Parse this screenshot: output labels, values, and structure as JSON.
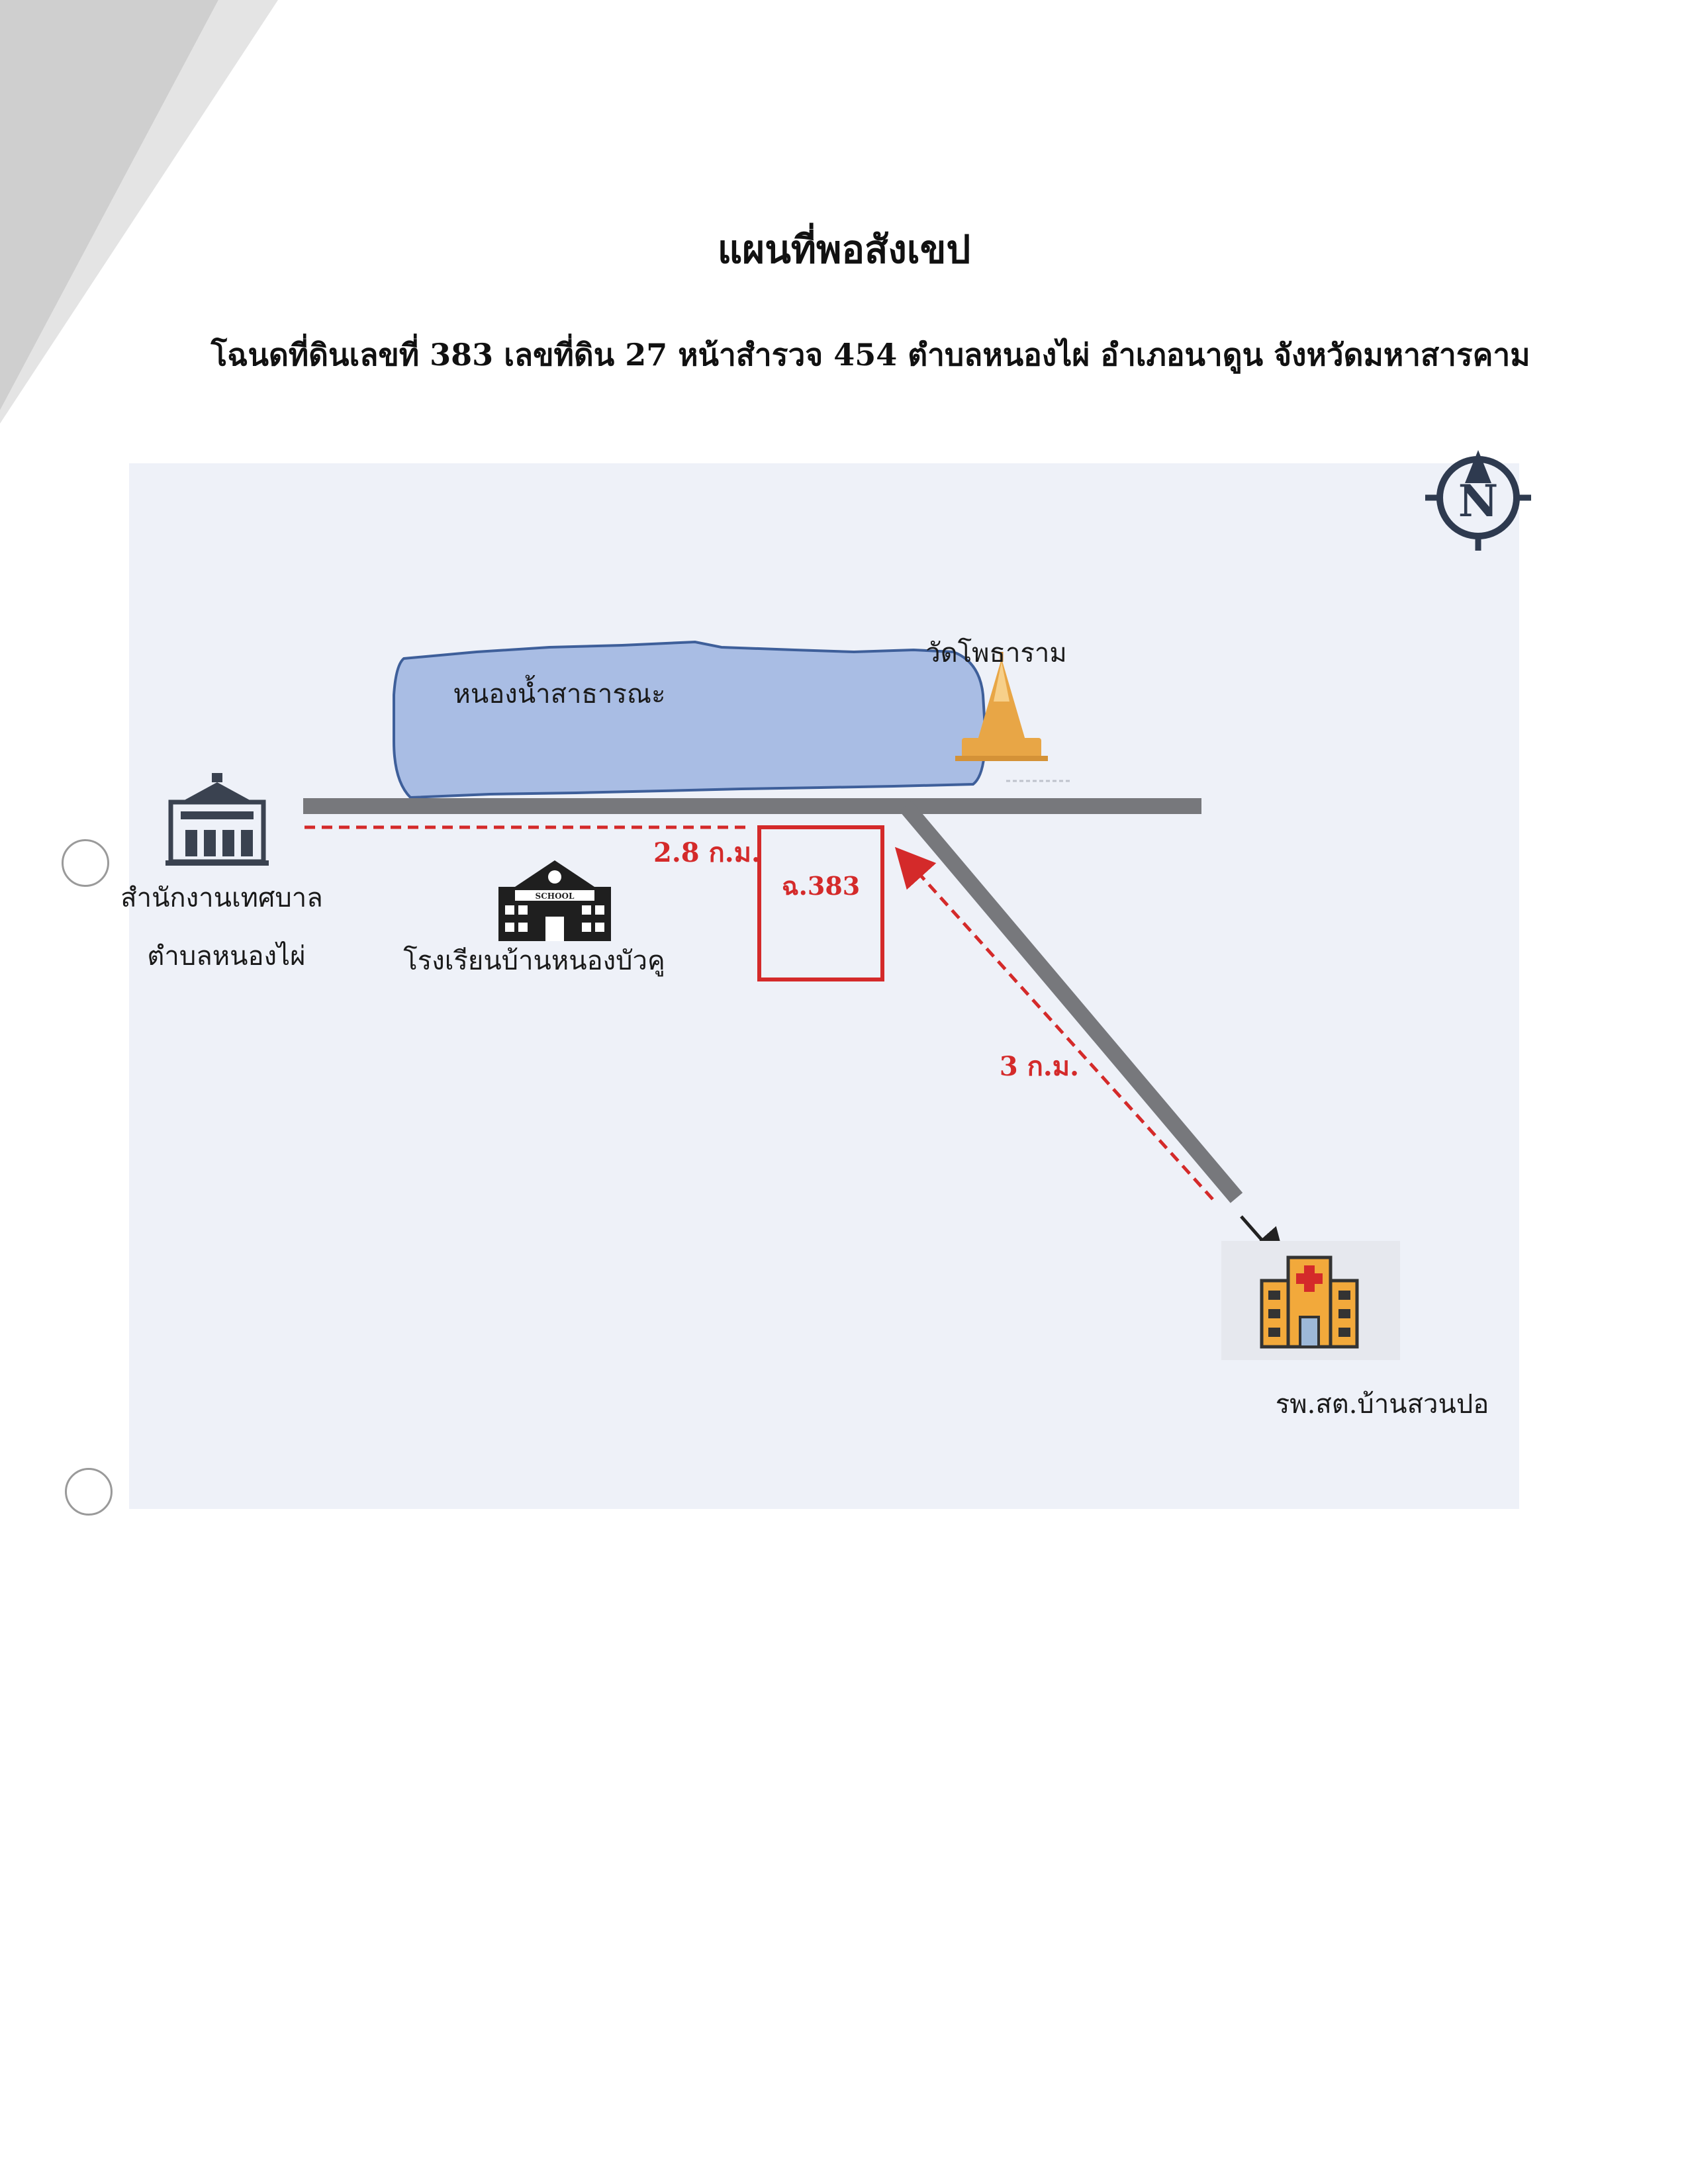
{
  "document": {
    "title": "แผนที่พอสังเขป",
    "subtitle": "โฉนดที่ดินเลขที่ 383 เลขที่ดิน 27 หน้าสำรวจ 454 ตำบลหนองไผ่ อำเภอนาดูน จังหวัดมหาสารคาม"
  },
  "map": {
    "compass_letter": "N",
    "pond_label": "หนองน้ำสาธารณะ",
    "temple_label": "วัดโพธาราม",
    "office_label_line1": "สำนักงานเทศบาล",
    "office_label_line2": "ตำบลหนองไผ่",
    "school_label": "โรงเรียนบ้านหนองบัวคู",
    "school_sign": "SCHOOL",
    "parcel_label": "ฉ.383",
    "distance_west": "2.8 ก.ม.",
    "distance_southeast": "3 ก.ม.",
    "hospital_label": "รพ.สต.บ้านสวนปอ"
  },
  "colors": {
    "map_background": "#eef1f8",
    "road": "#77787c",
    "pond_fill": "#a9bde4",
    "pond_stroke": "#3e5f9a",
    "route_dashed": "#d42a2a",
    "parcel_border": "#d42a2a",
    "compass": "#2e3a4f",
    "temple": "#e8a646",
    "hospital": "#f2a93b",
    "building_dark": "#3a4250"
  }
}
